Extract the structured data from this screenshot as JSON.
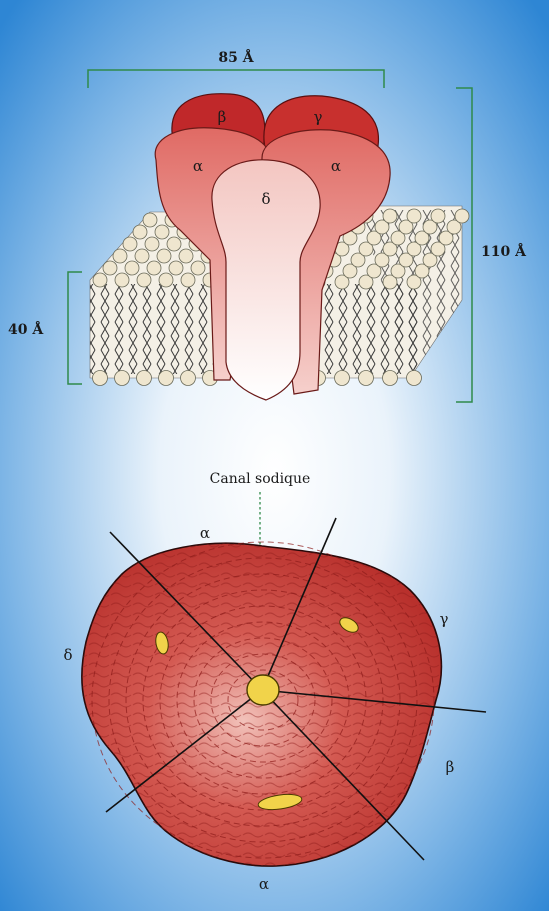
{
  "dimensions": {
    "width_label": "85 Å",
    "height_label": "110 Å",
    "membrane_label": "40 Å"
  },
  "side_view": {
    "subunits": {
      "beta": "β",
      "gamma": "γ",
      "alpha_left": "α",
      "alpha_right": "α",
      "delta": "δ"
    }
  },
  "top_view": {
    "channel_label": "Canal sodique",
    "subunits": {
      "alpha_top": "α",
      "gamma": "γ",
      "delta": "δ",
      "beta": "β",
      "alpha_bottom": "α"
    }
  },
  "colors": {
    "background_top": "#2e86d4",
    "background_center": "#ffffff",
    "dimension_lines": "#2f8a4a",
    "subunit_dark": "#c0282a",
    "subunit_mid": "#e06a64",
    "subunit_light": "#f6d0cc",
    "lipid_head": "#efe6cf",
    "pore": "#f1d34a",
    "top_view_body": "#c83c3a"
  }
}
